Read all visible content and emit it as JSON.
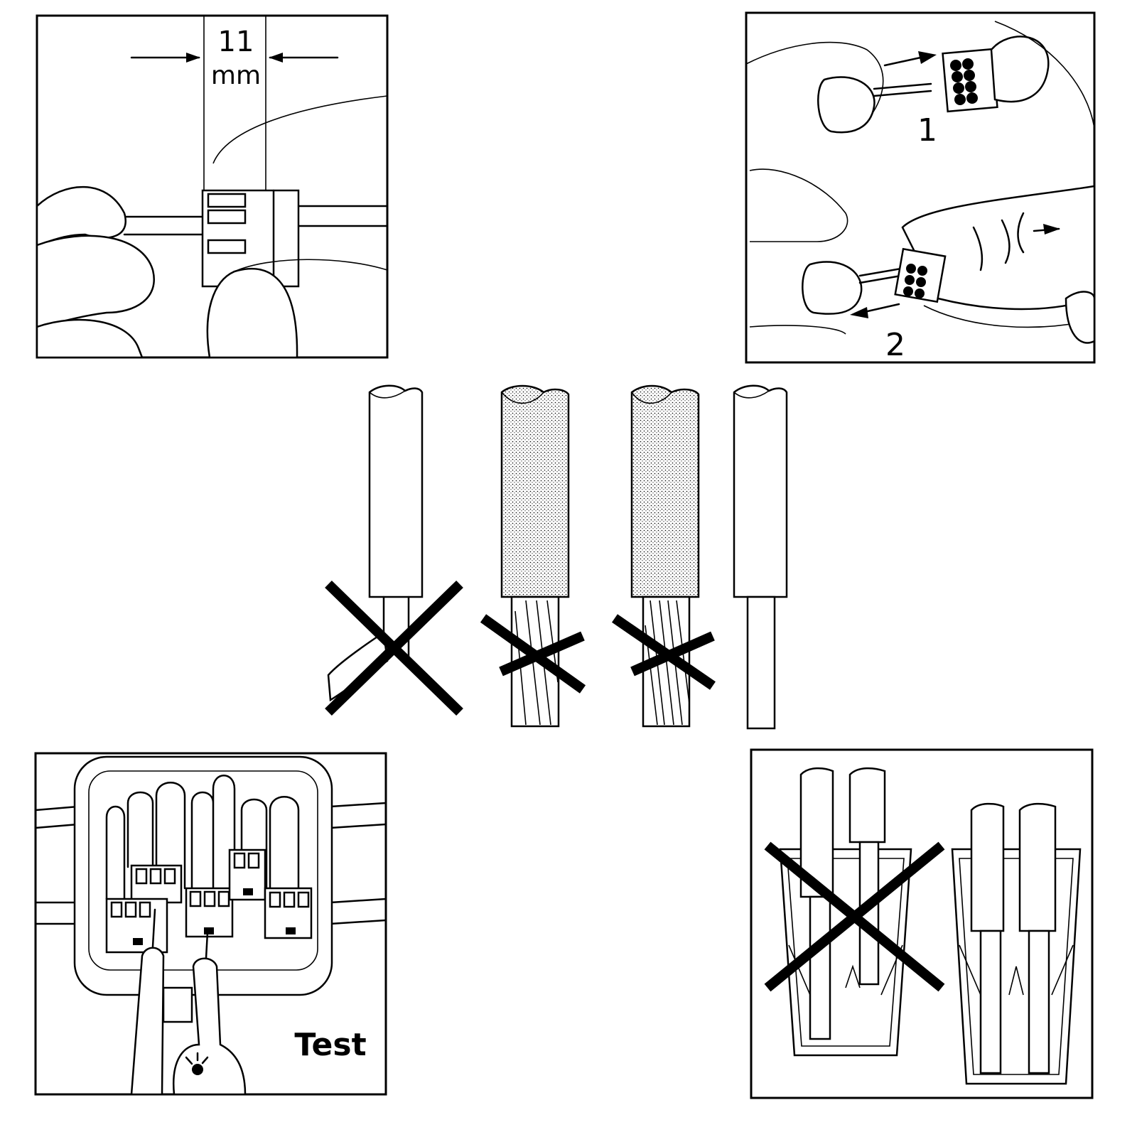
{
  "panels": {
    "strip_length": {
      "value": "11",
      "unit": "mm"
    },
    "insert_remove": {
      "step1": "1",
      "step2": "2"
    },
    "test": {
      "label": "Test"
    }
  },
  "colors": {
    "ink": "#000000",
    "paper": "#ffffff"
  }
}
